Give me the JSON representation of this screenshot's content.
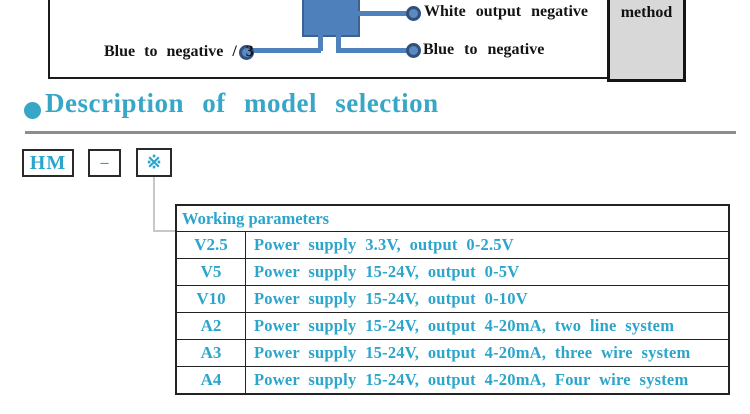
{
  "colors": {
    "accent_cyan": "#2ba5cb",
    "heading_cyan": "#38a7c7",
    "wire_blue": "#4f81bd",
    "method_box_bg": "#d8d8d8"
  },
  "diagram": {
    "method_label": "method",
    "labels": {
      "white_output_negative": "White output negative",
      "blue_to_negative_right": "Blue to negative",
      "blue_to_negative_left": "Blue to negative / 3"
    }
  },
  "section": {
    "bullet": "●",
    "title": "Description of model selection"
  },
  "model_selector": {
    "prefix": "HM",
    "separator": "–",
    "wildcard": "※"
  },
  "table": {
    "header": "Working parameters",
    "rows": [
      {
        "model": "V2.5",
        "description": "Power supply 3.3V, output 0-2.5V"
      },
      {
        "model": "V5",
        "description": "Power supply 15-24V, output 0-5V"
      },
      {
        "model": "V10",
        "description": "Power supply 15-24V, output 0-10V"
      },
      {
        "model": "A2",
        "description": "Power supply 15-24V, output 4-20mA, two line system"
      },
      {
        "model": "A3",
        "description": "Power supply 15-24V, output 4-20mA, three wire system"
      },
      {
        "model": "A4",
        "description": "Power supply 15-24V, output 4-20mA, Four wire system"
      }
    ]
  }
}
